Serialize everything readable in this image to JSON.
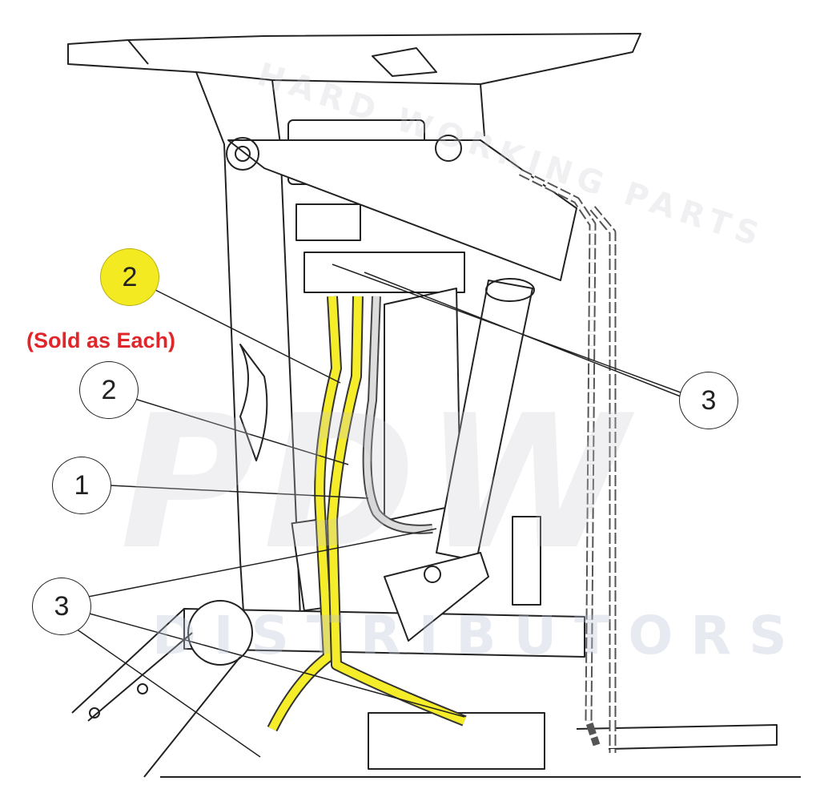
{
  "diagram": {
    "watermark": {
      "main": "PDW",
      "sub": "DISTRIBUTORS",
      "top": "HARD WORKING PARTS"
    },
    "note": "(Sold as Each)",
    "callouts": [
      {
        "label": "2",
        "highlighted": true
      },
      {
        "label": "2",
        "highlighted": false
      },
      {
        "label": "1",
        "highlighted": false
      },
      {
        "label": "3",
        "highlighted": false
      },
      {
        "label": "3",
        "highlighted": false
      }
    ],
    "colors": {
      "highlight": "#f3ea22",
      "hose": "#f5ec2a",
      "note": "#e0262a",
      "line": "#222222"
    }
  }
}
